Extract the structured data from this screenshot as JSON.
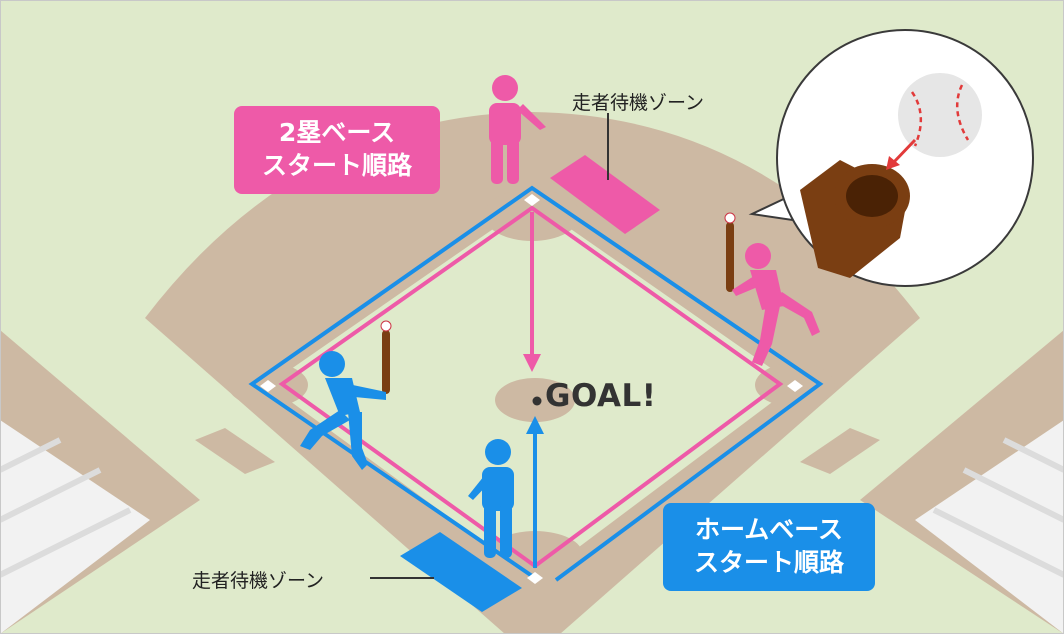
{
  "labels": {
    "second_base_start": [
      "2塁ベース",
      "スタート順路"
    ],
    "home_base_start": [
      "ホームベース",
      "スタート順路"
    ],
    "runner_waiting_zone_top": "走者待機ゾーン",
    "runner_waiting_zone_bottom": "走者待機ゾーン",
    "goal": "GOAL!"
  },
  "colors": {
    "pink_route": "#ee5aa8",
    "blue_route": "#1a8fe8",
    "infield_dirt": "#cdb9a3",
    "outfield_grass": "#dfeacb",
    "bat": "#7a3e12",
    "callout_border": "#3a3a3a"
  },
  "icons": {
    "pink_batter": "running-batter-with-bat-icon",
    "blue_batter": "running-batter-with-bat-icon",
    "pink_waiting_runner": "standing-person-icon",
    "blue_waiting_runner": "standing-person-icon",
    "callout": "ball-hitting-bat-end-icon"
  }
}
